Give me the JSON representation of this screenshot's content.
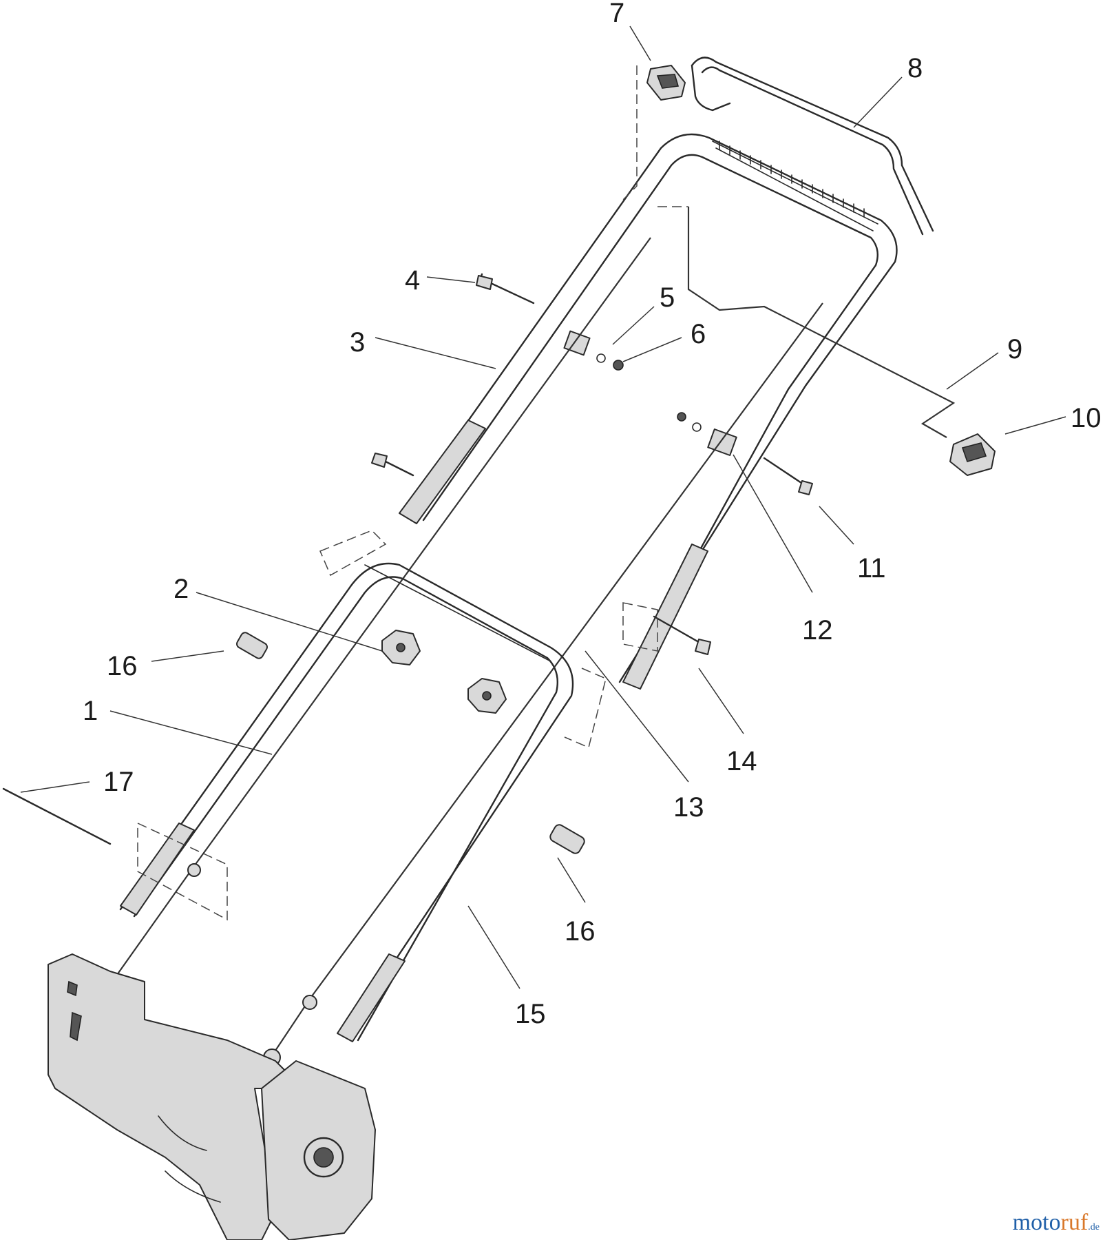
{
  "diagram": {
    "callouts": [
      {
        "id": "c7",
        "label": "7"
      },
      {
        "id": "c8",
        "label": "8"
      },
      {
        "id": "c4",
        "label": "4"
      },
      {
        "id": "c5",
        "label": "5"
      },
      {
        "id": "c6",
        "label": "6"
      },
      {
        "id": "c3",
        "label": "3"
      },
      {
        "id": "c9",
        "label": "9"
      },
      {
        "id": "c10",
        "label": "10"
      },
      {
        "id": "c11",
        "label": "11"
      },
      {
        "id": "c12",
        "label": "12"
      },
      {
        "id": "c2",
        "label": "2"
      },
      {
        "id": "c16a",
        "label": "16"
      },
      {
        "id": "c1",
        "label": "1"
      },
      {
        "id": "c17",
        "label": "17"
      },
      {
        "id": "c13",
        "label": "13"
      },
      {
        "id": "c14",
        "label": "14"
      },
      {
        "id": "c16b",
        "label": "16"
      },
      {
        "id": "c15",
        "label": "15"
      }
    ]
  },
  "watermark": {
    "main": "moto",
    "accent": "ruf",
    "suffix": ".de"
  }
}
